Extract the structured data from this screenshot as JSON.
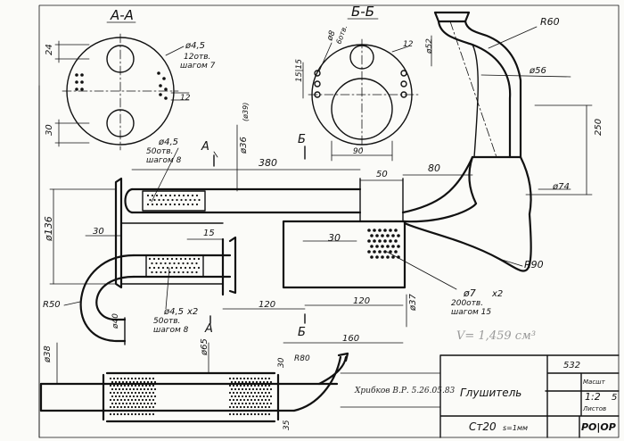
{
  "section_aa": {
    "title": "А-А",
    "hole_note_1": "ø4,5",
    "hole_note_2": "12отв.",
    "hole_note_3": "шагом 7",
    "dim_top": "24",
    "dim_left": "30",
    "dim_pitch": "12"
  },
  "section_bb": {
    "title": "Б-Б",
    "hole_note_1": "ø8",
    "hole_note_2": "6отв.",
    "dim_side": "15|15",
    "dim_pitch": "12",
    "dim_bottom": "90"
  },
  "pipe_top": {
    "dim_radius": "R60",
    "dim_diam_52": "ø52",
    "dim_diam_56": "ø56",
    "dim_height": "250",
    "dim_diam_74": "ø74",
    "dim_80": "80",
    "dim_r90": "R90"
  },
  "main_view": {
    "hole_note_1": "ø4,5",
    "hole_note_2": "50отв.",
    "hole_note_3": "шагом 8",
    "section_mark_a_top": "А",
    "section_mark_b_top": "Б",
    "dim_36": "ø36",
    "dim_39": "(ø39)",
    "dim_380": "380",
    "dim_50": "50",
    "dim_136": "ø136",
    "dim_30_left": "30",
    "dim_15": "15",
    "dim_30_right": "30",
    "dim_120_left": "120",
    "dim_120_right": "120",
    "dim_160": "160",
    "dim_r50": "R50",
    "dim_40": "ø40",
    "dim_37": "ø37",
    "lower_note_1": "ø4,5",
    "lower_note_x2": "x2",
    "lower_note_2": "50отв.",
    "lower_note_3": "шагом 8",
    "right_note_1": "ø7",
    "right_note_x2": "x2",
    "right_note_2": "200отв.",
    "right_note_3": "шагом 15",
    "section_mark_a_bottom": "А",
    "section_mark_b_bottom": "Б",
    "volume": "V= 1,459 см³"
  },
  "bottom_view": {
    "dim_38": "ø38",
    "dim_65": "ø65",
    "dim_30": "30",
    "dim_r80": "R80",
    "dim_35": "35"
  },
  "title_block": {
    "number": "532",
    "signature": "Хрибков В.Р. 5.26.05.83",
    "name": "Глушитель",
    "material": "Ст20",
    "thickness": "s=1мм",
    "mass_header": "Масшт",
    "scale": "1:2",
    "sheets_header": "Листов",
    "sheets_value": "5",
    "stamp": "РО|ОР"
  }
}
